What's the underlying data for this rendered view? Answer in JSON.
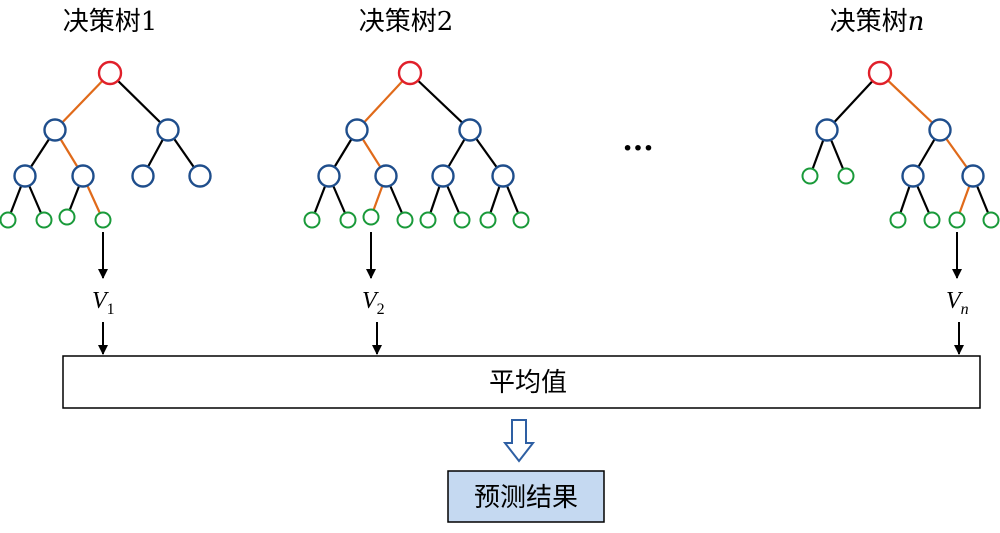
{
  "trees": [
    {
      "title_prefix": "决策树",
      "title_suffix": "1",
      "suffix_italic": false,
      "value_base": "V",
      "value_sub": "1",
      "sub_italic": false
    },
    {
      "title_prefix": "决策树",
      "title_suffix": "2",
      "suffix_italic": false,
      "value_base": "V",
      "value_sub": "2",
      "sub_italic": false
    },
    {
      "title_prefix": "决策树",
      "title_suffix": "n",
      "suffix_italic": true,
      "value_base": "V",
      "value_sub": "n",
      "sub_italic": true
    }
  ],
  "ellipsis": "···",
  "average_box": {
    "label": "平均值"
  },
  "result_box": {
    "label": "预测结果"
  },
  "colors": {
    "root_node": "#e0202a",
    "internal_node": "#1f4e8c",
    "leaf_node": "#1a9a3a",
    "path_edge": "#e06a1a",
    "edge": "#000000",
    "result_fill": "#c5d9f1",
    "down_arrow": "#2e5fa3"
  }
}
